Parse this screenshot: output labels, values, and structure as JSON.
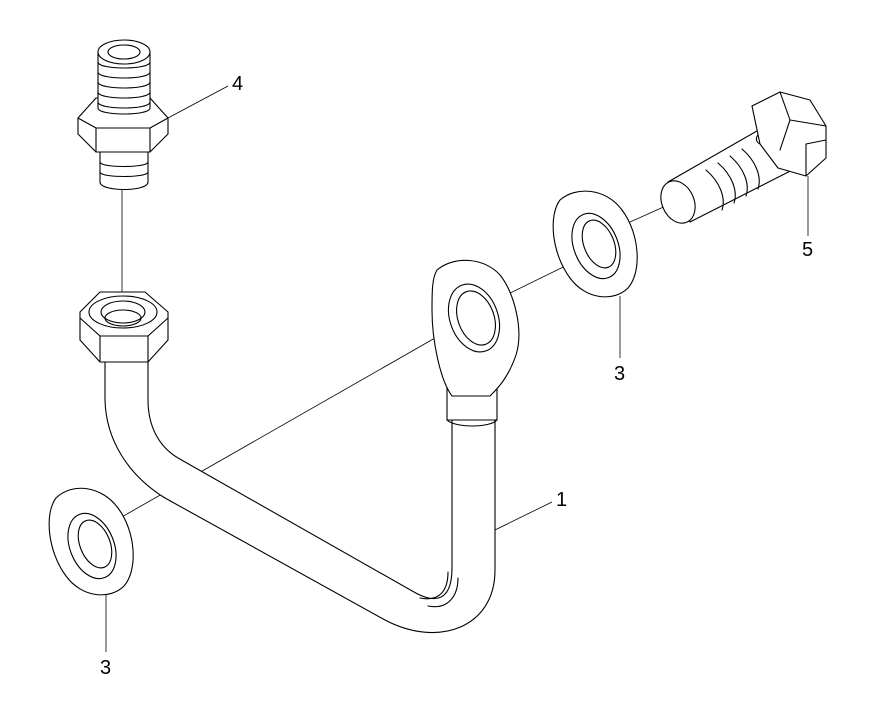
{
  "diagram": {
    "type": "exploded-parts-view",
    "callouts": {
      "pipe": "1",
      "washer_left": "3",
      "washer_right": "3",
      "union_connector": "4",
      "banjo_bolt": "5"
    }
  }
}
